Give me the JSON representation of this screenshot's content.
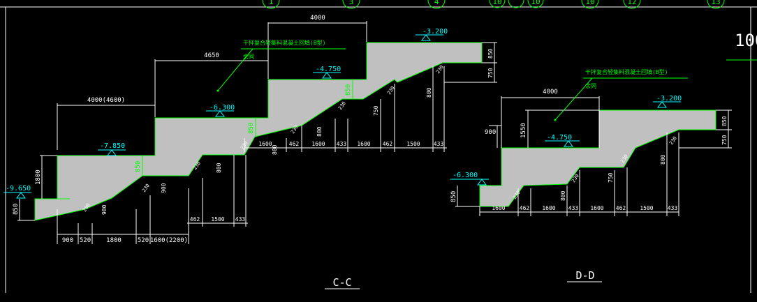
{
  "grid_bubbles": [
    "1",
    "3",
    "4",
    "10",
    "",
    "10",
    "10",
    "12",
    "13"
  ],
  "corner_text": "100",
  "cc": {
    "title": "C-C",
    "note_line1": "干拌复合轻集料混凝土回填(B型)",
    "note_line2": "余同",
    "elevations": [
      "-9.650",
      "-7.850",
      "-6.300",
      "-4.750",
      "-3.200"
    ],
    "top_dims": [
      "4000(4600)",
      "4650",
      "4000"
    ],
    "bottom_dims": [
      "900",
      "520",
      "1800",
      "520",
      "1600(2200)"
    ],
    "left_dims": [
      "850",
      "1800"
    ],
    "riser_850": "850",
    "row3_dims": [
      "462",
      "1500",
      "433"
    ],
    "row2_dims": [
      "1600",
      "462",
      "1600",
      "433",
      "1600",
      "462",
      "1500",
      "433"
    ],
    "right_dims": [
      "850",
      "750",
      "800",
      "750",
      "800",
      "900",
      "800",
      "900",
      "800"
    ],
    "label_230": "230"
  },
  "dd": {
    "title": "D-D",
    "note_line1": "干拌复合轻集料混凝土回填(B型)",
    "note_line2": "余同",
    "elevations": [
      "-6.300",
      "-4.750",
      "-3.200"
    ],
    "top_dim": "4000",
    "left_dims": [
      "900",
      "1550",
      "850"
    ],
    "bottom_dims": [
      "1600",
      "462",
      "1600",
      "433",
      "1600",
      "462",
      "1500",
      "433"
    ],
    "right_dims": [
      "850",
      "750",
      "800",
      "750",
      "800"
    ],
    "label_230": "230"
  },
  "colors": {
    "line": "#ffffff",
    "green": "#00ff00",
    "cyan": "#00ffff",
    "fill": "#c0c0c0",
    "bg": "#000000"
  }
}
